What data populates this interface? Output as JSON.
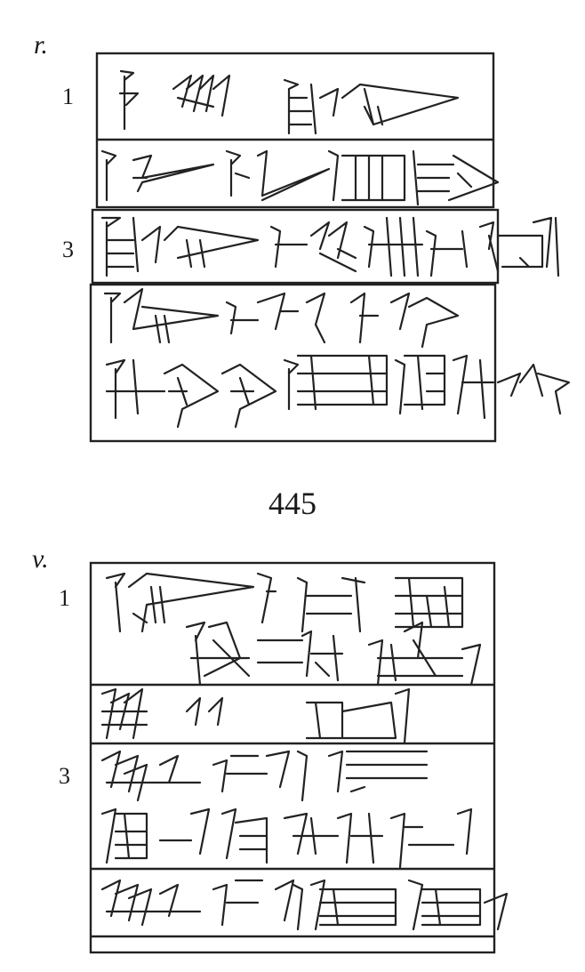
{
  "obverse": {
    "label": "r.",
    "line_numbers": [
      "1",
      "3"
    ]
  },
  "number": "445",
  "reverse": {
    "label": "v.",
    "line_numbers": [
      "1",
      "3"
    ]
  }
}
